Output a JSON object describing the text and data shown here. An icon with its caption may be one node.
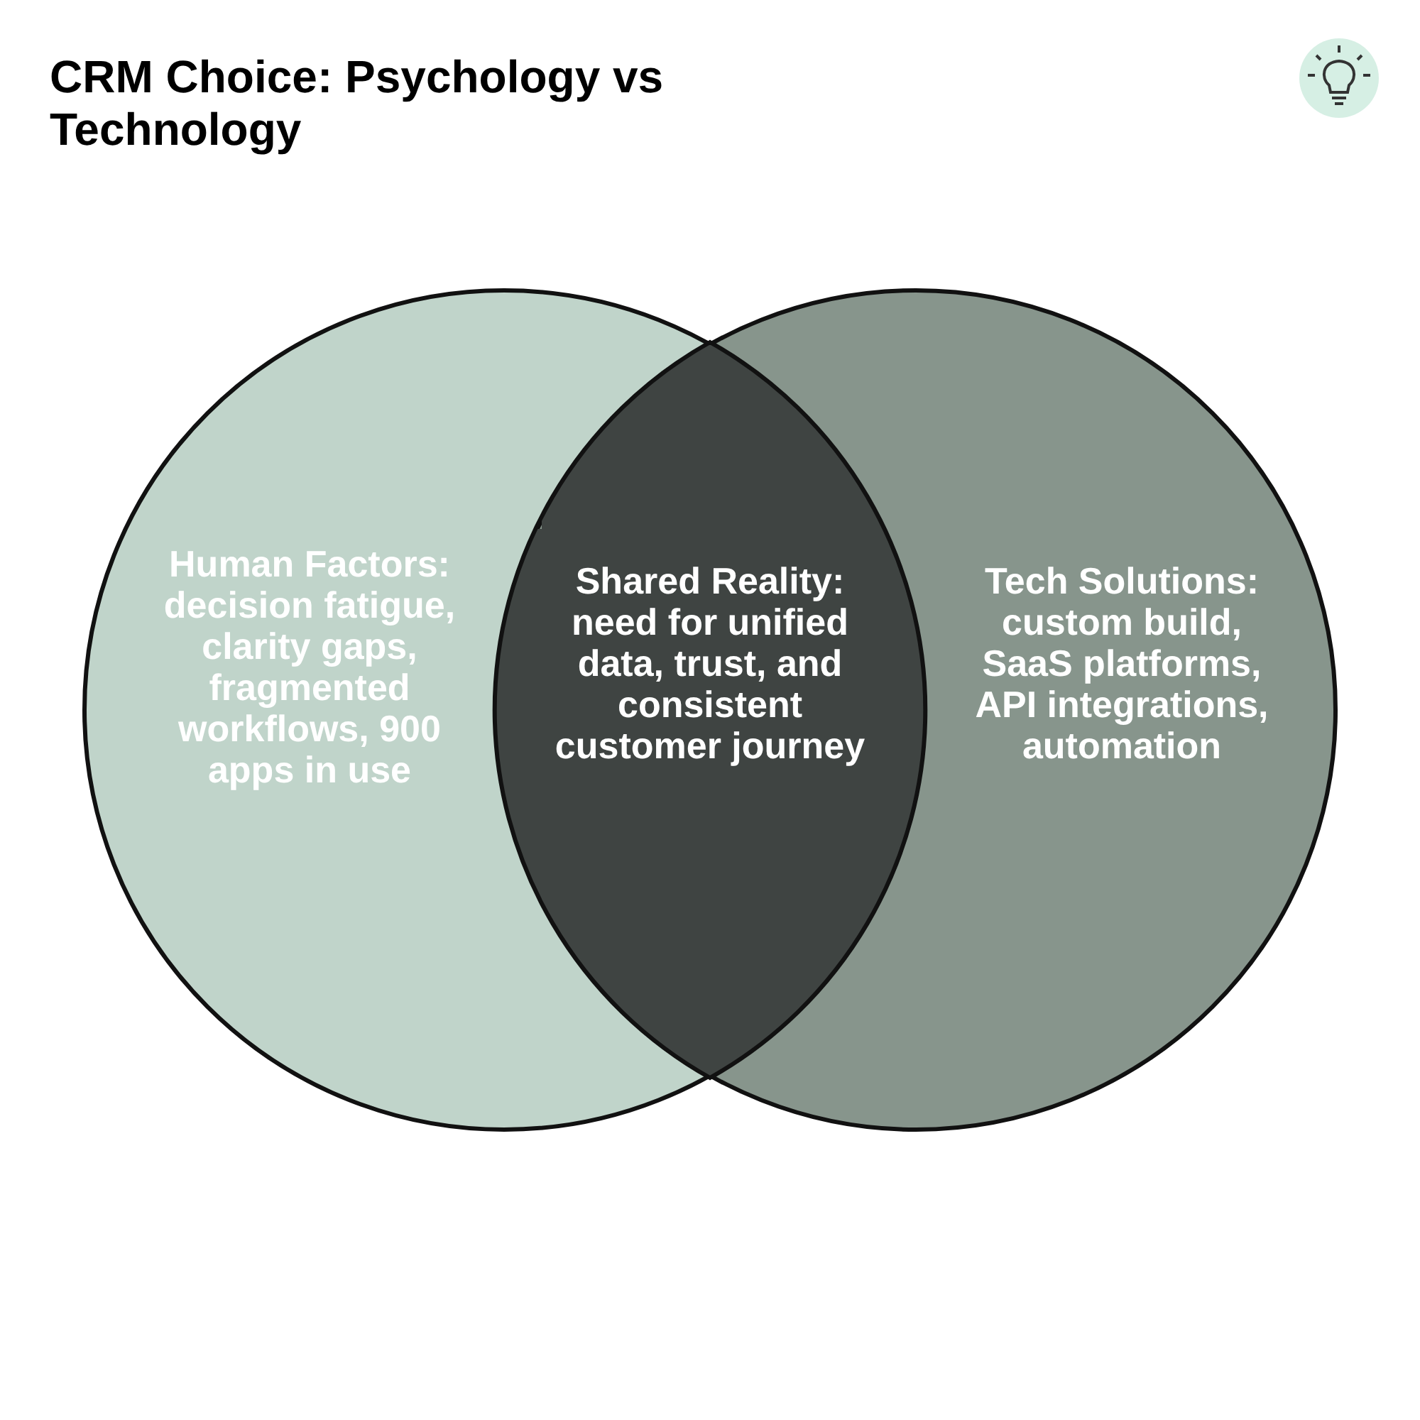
{
  "diagram": {
    "title": "CRM Choice: Psychology vs Technology",
    "nodes": [
      {
        "text": [
          "Human Factors: decision fatigue, clarity gaps, fragmented workflows, 900 apps in use"
        ]
      },
      {
        "text": [
          "Shared Reality: need for unified data, trust, and consistent customer journey"
        ]
      },
      {
        "text": [
          "Tech Solutions: custom build, SaaS platforms, API integrations, automation"
        ]
      }
    ]
  }
}
